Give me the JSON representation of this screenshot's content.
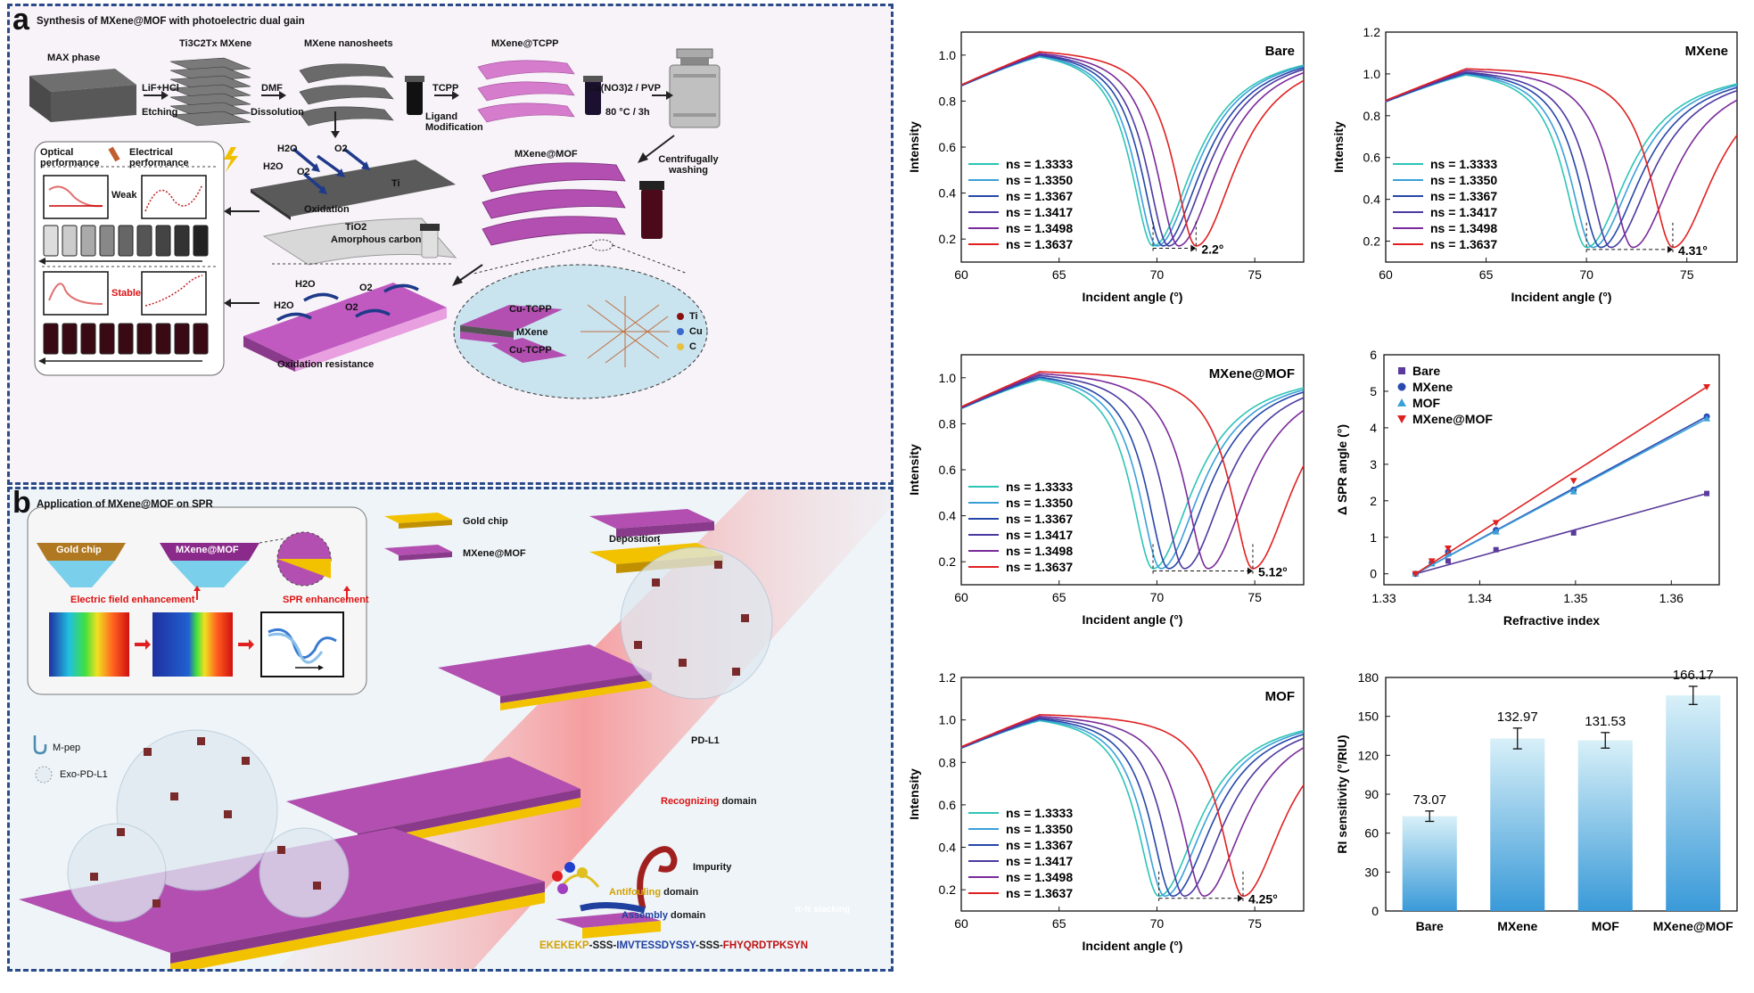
{
  "panel_a": {
    "letter": "a",
    "title": "Synthesis of MXene@MOF with photoelectric dual gain",
    "steps": {
      "max_phase": "MAX phase",
      "lif_hcl": "LiF+HCl",
      "etching": "Etching",
      "ti3c2tx": "Ti3C2Tx MXene",
      "dmf": "DMF",
      "dissolution": "Dissolution",
      "nanosheets": "MXene nanosheets",
      "tcpp": "TCPP",
      "ligand_mod": "Ligand Modification",
      "mxene_tcpp": "MXene@TCPP",
      "cu_pvp": "Cu(NO3)2 / PVP",
      "condition": "80 °C / 3h",
      "mxene_mof": "MXene@MOF",
      "centrifugal": "Centrifugally washing",
      "h2o_1": "H2O",
      "h2o_2": "H2O",
      "o2_1": "O2",
      "o2_2": "O2",
      "ti": "Ti",
      "oxidation": "Oxidation",
      "tio2": "TiO2",
      "amorphous": "Amorphous carbon",
      "h2o_3": "H2O",
      "h2o_4": "H2O",
      "o2_3": "O2",
      "o2_4": "O2",
      "oxidation_resistance": "Oxidation resistance",
      "cu_tcpp_top": "Cu-TCPP",
      "mxene_mid": "MXene",
      "cu_tcpp_bot": "Cu-TCPP",
      "legend_ti": "Ti",
      "legend_cu": "Cu",
      "legend_c": "C",
      "optical": "Optical performance",
      "electrical": "Electrical performance",
      "weak": "Weak",
      "stable": "Stable"
    }
  },
  "panel_b": {
    "letter": "b",
    "title": "Application of MXene@MOF on SPR",
    "gold_chip_1": "Gold chip",
    "mxene_mof_chip": "MXene@MOF",
    "gold_chip_legend": "Gold chip",
    "mxene_mof_legend": "MXene@MOF",
    "deposition": "Deposition",
    "efe": "Electric field enhancement",
    "spr_enh": "SPR enhancement",
    "mpep": "M-pep",
    "exo": "Exo-PD-L1",
    "pdl1": "PD-L1",
    "recognizing": "Recognizing",
    "domain_1": "domain",
    "impurity": "Impurity",
    "antifouling": "Antifouling",
    "domain_2": "domain",
    "assembly": "Assembly",
    "domain_3": "domain",
    "pi_pi": "π-π stacking",
    "seq_1": "EKEKEKP",
    "seq_2": "-SSS-",
    "seq_3": "IMVTESSDYSSY",
    "seq_4": "-SSS-",
    "seq_5": "FHYQRDTPKSYN"
  },
  "chart_data": [
    {
      "type": "line",
      "panel": "Bare",
      "xlabel": "Incident angle (°)",
      "ylabel": "Intensity",
      "xlim": [
        60,
        77.5
      ],
      "ylim": [
        0.1,
        1.1
      ],
      "xticks": [
        "60",
        "65",
        "70",
        "75"
      ],
      "yticks": [
        "0.2",
        "0.4",
        "0.6",
        "0.8",
        "1.0"
      ],
      "annotation": "2.2°",
      "series": [
        {
          "name": "ns = 1.3333",
          "color": "#2ec4b6",
          "dip": 69.8
        },
        {
          "name": "ns = 1.3350",
          "color": "#3aa0d8",
          "dip": 70.0
        },
        {
          "name": "ns = 1.3367",
          "color": "#2547a8",
          "dip": 70.3
        },
        {
          "name": "ns = 1.3417",
          "color": "#4a3aa0",
          "dip": 70.6
        },
        {
          "name": "ns = 1.3498",
          "color": "#7a2a9a",
          "dip": 71.1
        },
        {
          "name": "ns = 1.3637",
          "color": "#e02020",
          "dip": 72.0
        }
      ]
    },
    {
      "type": "line",
      "panel": "MXene",
      "xlabel": "Incident angle (°)",
      "ylabel": "Intensity",
      "xlim": [
        60,
        77.5
      ],
      "ylim": [
        0.1,
        1.2
      ],
      "xticks": [
        "60",
        "65",
        "70",
        "75"
      ],
      "yticks": [
        "0.2",
        "0.4",
        "0.6",
        "0.8",
        "1.0",
        "1.2"
      ],
      "annotation": "4.31°",
      "series": [
        {
          "name": "ns = 1.3333",
          "color": "#2ec4b6",
          "dip": 70.0
        },
        {
          "name": "ns = 1.3350",
          "color": "#3aa0d8",
          "dip": 70.3
        },
        {
          "name": "ns = 1.3367",
          "color": "#2547a8",
          "dip": 70.7
        },
        {
          "name": "ns = 1.3417",
          "color": "#4a3aa0",
          "dip": 71.2
        },
        {
          "name": "ns = 1.3498",
          "color": "#7a2a9a",
          "dip": 72.3
        },
        {
          "name": "ns = 1.3637",
          "color": "#e02020",
          "dip": 74.3
        }
      ]
    },
    {
      "type": "line",
      "panel": "MXene@MOF",
      "xlabel": "Incident angle (°)",
      "ylabel": "Intensity",
      "xlim": [
        60,
        77.5
      ],
      "ylim": [
        0.1,
        1.1
      ],
      "xticks": [
        "60",
        "65",
        "70",
        "75"
      ],
      "yticks": [
        "0.2",
        "0.4",
        "0.6",
        "0.8",
        "1.0"
      ],
      "annotation": "5.12°",
      "series": [
        {
          "name": "ns = 1.3333",
          "color": "#2ec4b6",
          "dip": 69.8
        },
        {
          "name": "ns = 1.3350",
          "color": "#3aa0d8",
          "dip": 70.2
        },
        {
          "name": "ns = 1.3367",
          "color": "#2547a8",
          "dip": 70.6
        },
        {
          "name": "ns = 1.3417",
          "color": "#4a3aa0",
          "dip": 71.4
        },
        {
          "name": "ns = 1.3498",
          "color": "#7a2a9a",
          "dip": 72.6
        },
        {
          "name": "ns = 1.3637",
          "color": "#e02020",
          "dip": 74.9
        }
      ]
    },
    {
      "type": "scatter",
      "panel": "Δ SPR angle",
      "xlabel": "Refractive index",
      "ylabel": "Δ SPR angle (°)",
      "xlim": [
        1.33,
        1.365
      ],
      "ylim": [
        -0.3,
        6
      ],
      "xticks": [
        "1.33",
        "1.34",
        "1.35",
        "1.36"
      ],
      "yticks": [
        "0",
        "1",
        "2",
        "3",
        "4",
        "5",
        "6"
      ],
      "x": [
        1.3333,
        1.335,
        1.3367,
        1.3417,
        1.3498,
        1.3637
      ],
      "series": [
        {
          "name": "Bare",
          "color": "#5a3a9a",
          "marker": "square",
          "values": [
            0,
            0.28,
            0.35,
            0.66,
            1.12,
            2.2
          ]
        },
        {
          "name": "MXene",
          "color": "#2a4ab0",
          "marker": "circle",
          "values": [
            0,
            0.3,
            0.6,
            1.2,
            2.3,
            4.31
          ]
        },
        {
          "name": "MOF",
          "color": "#3aa0d8",
          "marker": "triangle",
          "values": [
            0,
            0.28,
            0.55,
            1.15,
            2.25,
            4.25
          ]
        },
        {
          "name": "MXene@MOF",
          "color": "#e02020",
          "marker": "triangle-down",
          "values": [
            0,
            0.35,
            0.7,
            1.4,
            2.55,
            5.12
          ]
        }
      ]
    },
    {
      "type": "line",
      "panel": "MOF",
      "xlabel": "Incident angle (°)",
      "ylabel": "Intensity",
      "xlim": [
        60,
        77.5
      ],
      "ylim": [
        0.1,
        1.2
      ],
      "xticks": [
        "60",
        "65",
        "70",
        "75"
      ],
      "yticks": [
        "0.2",
        "0.4",
        "0.6",
        "0.8",
        "1.0",
        "1.2"
      ],
      "annotation": "4.25°",
      "series": [
        {
          "name": "ns = 1.3333",
          "color": "#2ec4b6",
          "dip": 70.1
        },
        {
          "name": "ns = 1.3350",
          "color": "#3aa0d8",
          "dip": 70.4
        },
        {
          "name": "ns = 1.3367",
          "color": "#2547a8",
          "dip": 70.8
        },
        {
          "name": "ns = 1.3417",
          "color": "#4a3aa0",
          "dip": 71.4
        },
        {
          "name": "ns = 1.3498",
          "color": "#7a2a9a",
          "dip": 72.4
        },
        {
          "name": "ns = 1.3637",
          "color": "#e02020",
          "dip": 74.4
        }
      ]
    },
    {
      "type": "bar",
      "panel": "RI sensitivity",
      "ylabel": "RI sensitivity (°/RIU)",
      "categories": [
        "Bare",
        "MXene",
        "MOF",
        "MXene@MOF"
      ],
      "values": [
        73.07,
        132.97,
        131.53,
        166.17
      ],
      "labels": [
        "73.07",
        "132.97",
        "131.53",
        "166.17"
      ],
      "errors": [
        4,
        8,
        6,
        7
      ],
      "ylim": [
        0,
        180
      ],
      "yticks": [
        "0",
        "30",
        "60",
        "90",
        "120",
        "150",
        "180"
      ]
    }
  ],
  "colors": {
    "panel_border": "#2a4a8a",
    "purple": "#b24fb0",
    "gold": "#f2c200",
    "red": "#e02020"
  }
}
